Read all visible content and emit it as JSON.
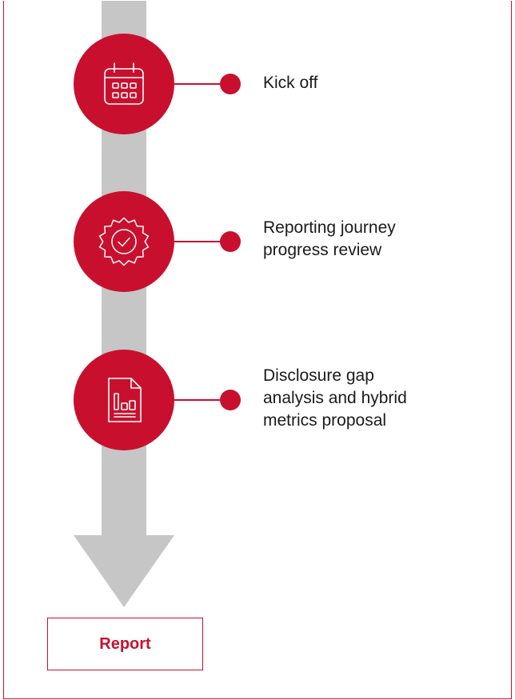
{
  "colors": {
    "accent": "#c8102e",
    "arrow": "#c6c6c6",
    "text": "#1a1a1a"
  },
  "steps": [
    {
      "icon": "calendar-icon",
      "label": "Kick off"
    },
    {
      "icon": "badge-check-icon",
      "label": "Reporting journey\nprogress review"
    },
    {
      "icon": "document-chart-icon",
      "label": "Disclosure gap\nanalysis and hybrid\nmetrics proposal"
    }
  ],
  "report": {
    "label": "Report"
  }
}
